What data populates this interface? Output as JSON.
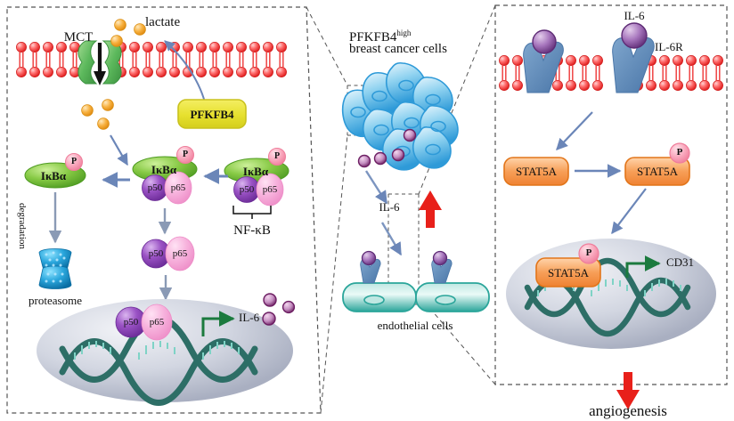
{
  "figure": {
    "type": "biological-signaling-pathway-diagram",
    "panels": [
      "left-cancer-cell-panel",
      "middle-tumor-endothelium-panel",
      "right-endothelial-cell-panel"
    ]
  },
  "colors": {
    "membrane_head": "#ef3b3b",
    "membrane_head_light": "#ff8e8e",
    "mct_channel": "#5cb85c",
    "pfkfb4_box": "#e8e23a",
    "pfkfb4_border": "#c9c21f",
    "lactate": "#f5a623",
    "ikba": "#7ac143",
    "p_badge": "#f79ab0",
    "p50": "#8b44b5",
    "p65": "#f09fd0",
    "proteasome": "#1a9fd4",
    "nucleus": "#c9cdda",
    "dna": "#2d6e66",
    "il6_bead": "#7b2a6b",
    "arrow_blue": "#6b86b8",
    "arrow_green": "#1b7a3e",
    "red_arrow": "#e8201a",
    "cancer_cell": "#3fa8e0",
    "endothelial": "#2aa59a",
    "stat5a": "#f59b52",
    "stat5a_border": "#e2751a",
    "receptor": "#5b87b5",
    "dash_border": "#555555"
  },
  "left_panel": {
    "name": "PFKFB4-high breast cancer cell",
    "labels": {
      "mct": "MCT",
      "lactate": "lactate",
      "pfkfb4": "PFKFB4",
      "ikba": "IκBα",
      "p_badge": "P",
      "p50": "p50",
      "p65": "p65",
      "nfkb": "NF-κB",
      "degradation": "degradation",
      "proteasome": "proteasome",
      "il6_gene": "IL-6"
    }
  },
  "middle_panel": {
    "title_line1": "PFKFB4",
    "title_sup": "high",
    "title_line2": "breast cancer cells",
    "il6_label": "IL-6",
    "endothelial_label": "endothelial cells",
    "red_arrow_direction": "up"
  },
  "right_panel": {
    "name": "endothelial cell IL-6 / STAT5A signaling",
    "labels": {
      "il6": "IL-6",
      "il6r": "IL-6R",
      "stat5a": "STAT5A",
      "stat5a_phospho": "STAT5A",
      "p_badge": "P",
      "cd31": "CD31"
    },
    "outcome": {
      "label": "angiogenesis",
      "arrow_direction": "down",
      "arrow_color": "#e8201a"
    }
  }
}
